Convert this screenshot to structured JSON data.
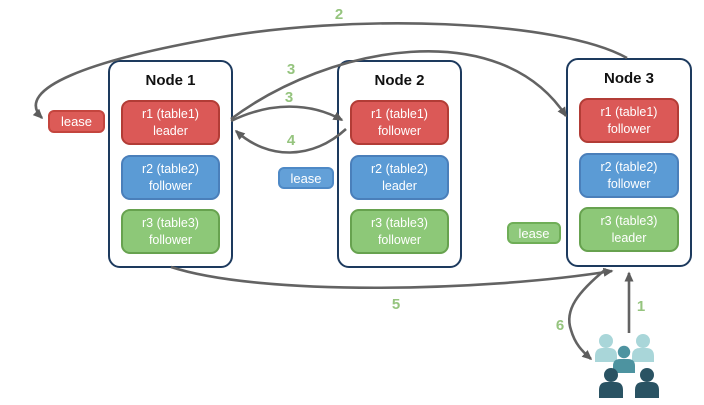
{
  "diagram": {
    "nodes": [
      {
        "title": "Node 1",
        "replicas": [
          {
            "name": "r1 (table1)",
            "role": "leader",
            "color": "red"
          },
          {
            "name": "r2 (table2)",
            "role": "follower",
            "color": "blue"
          },
          {
            "name": "r3 (table3)",
            "role": "follower",
            "color": "green"
          }
        ]
      },
      {
        "title": "Node 2",
        "replicas": [
          {
            "name": "r1 (table1)",
            "role": "follower",
            "color": "red"
          },
          {
            "name": "r2 (table2)",
            "role": "leader",
            "color": "blue"
          },
          {
            "name": "r3 (table3)",
            "role": "follower",
            "color": "green"
          }
        ]
      },
      {
        "title": "Node 3",
        "replicas": [
          {
            "name": "r1 (table1)",
            "role": "follower",
            "color": "red"
          },
          {
            "name": "r2 (table2)",
            "role": "follower",
            "color": "blue"
          },
          {
            "name": "r3 (table3)",
            "role": "leader",
            "color": "green"
          }
        ]
      }
    ],
    "leases": [
      {
        "label": "lease",
        "color": "red",
        "near": "node1-r1-leader"
      },
      {
        "label": "lease",
        "color": "blue",
        "near": "node2-r2-leader"
      },
      {
        "label": "lease",
        "color": "green",
        "near": "node3-r3-leader"
      }
    ],
    "arrows": [
      {
        "label": "1",
        "from": "clients",
        "to": "node3-r3-leader"
      },
      {
        "label": "2",
        "from": "node3",
        "to": "lease-red"
      },
      {
        "label": "3",
        "from": "node1-r1-leader",
        "to": "node3-r1-follower"
      },
      {
        "label": "3",
        "from": "node1-r1-leader",
        "to": "node2-r1-follower"
      },
      {
        "label": "4",
        "from": "node2-r1-follower",
        "to": "node1-r1-leader"
      },
      {
        "label": "5",
        "from": "node1",
        "to": "node3"
      },
      {
        "label": "6",
        "from": "node3-r3-leader",
        "to": "clients"
      }
    ],
    "icons": {
      "clients": "users-group-icon"
    },
    "colors": {
      "replica_red": "#DB5957",
      "replica_red_border": "#B23C36",
      "replica_blue": "#5B9BD5",
      "replica_blue_border": "#4A7FBA",
      "replica_green": "#8DC878",
      "replica_green_border": "#67A24F",
      "node_border": "#1D3A5E",
      "arrow": "#636363",
      "arrow_label": "#95C47E",
      "users_light": "#A9D6D9",
      "users_medium": "#4D93A0",
      "users_dark": "#2A5363"
    }
  }
}
